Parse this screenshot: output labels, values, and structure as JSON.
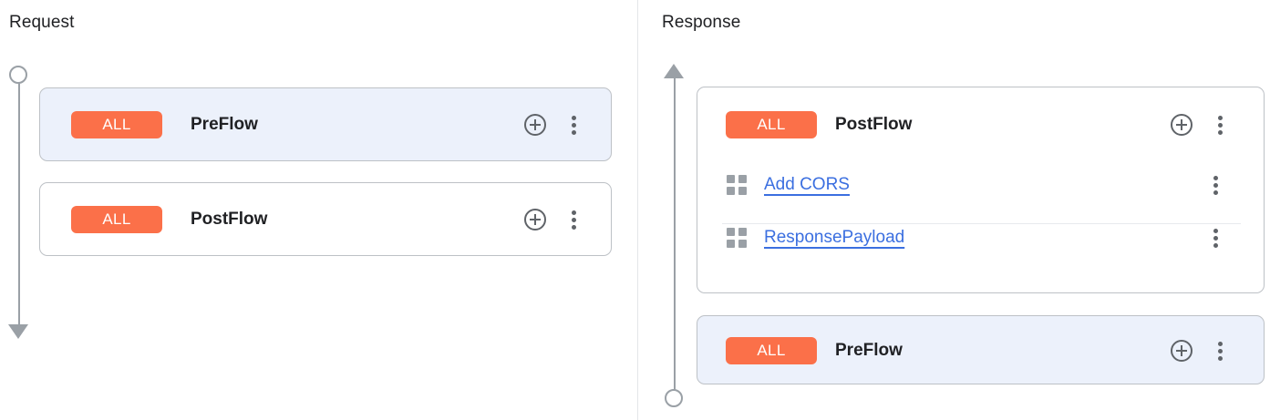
{
  "theme": {
    "badge_color": "#fb7049",
    "selected_card_bg": "#ecf1fb",
    "link_color": "#3b6fe0",
    "rail_color": "#9aa0a6",
    "card_border": "#bdc1c6"
  },
  "panels": {
    "request": {
      "title": "Request",
      "cards": [
        {
          "badge": "ALL",
          "name": "PreFlow",
          "selected": true,
          "add_icon": "plus-circle-icon",
          "menu_icon": "more-vert-icon",
          "policies": []
        },
        {
          "badge": "ALL",
          "name": "PostFlow",
          "selected": false,
          "add_icon": "plus-circle-icon",
          "menu_icon": "more-vert-icon",
          "policies": []
        }
      ]
    },
    "response": {
      "title": "Response",
      "cards": [
        {
          "badge": "ALL",
          "name": "PostFlow",
          "selected": false,
          "add_icon": "plus-circle-icon",
          "menu_icon": "more-vert-icon",
          "policies": [
            {
              "drag_icon": "grid-drag-icon",
              "label": "Add CORS",
              "menu_icon": "more-vert-icon"
            },
            {
              "drag_icon": "grid-drag-icon",
              "label": "ResponsePayload",
              "menu_icon": "more-vert-icon"
            }
          ]
        },
        {
          "badge": "ALL",
          "name": "PreFlow",
          "selected": true,
          "add_icon": "plus-circle-icon",
          "menu_icon": "more-vert-icon",
          "policies": []
        }
      ]
    }
  }
}
